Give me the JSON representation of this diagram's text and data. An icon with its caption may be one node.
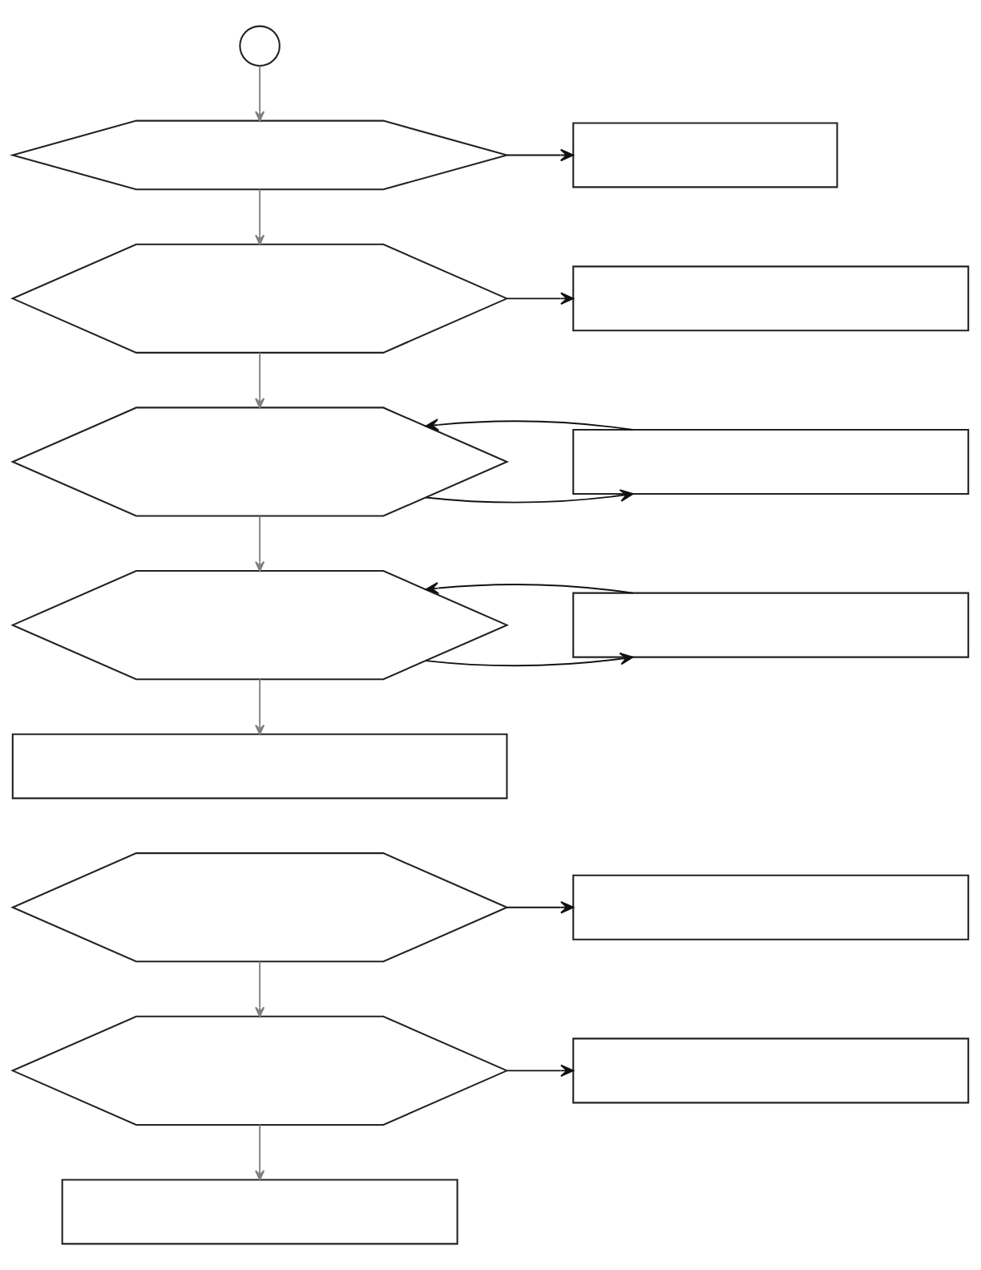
{
  "diagram": {
    "nodes": [
      {
        "text": [],
        "shape": "circle"
      },
      {
        "text": [],
        "shape": "hexagon"
      },
      {
        "text": [],
        "shape": "box"
      },
      {
        "text": [],
        "shape": "hexagon"
      },
      {
        "text": [],
        "shape": "box"
      },
      {
        "text": [],
        "shape": "hexagon"
      },
      {
        "text": [],
        "shape": "box"
      },
      {
        "text": [],
        "shape": "hexagon"
      },
      {
        "text": [],
        "shape": "box"
      },
      {
        "text": [],
        "shape": "box"
      },
      {
        "text": [],
        "shape": "hexagon"
      },
      {
        "text": [],
        "shape": "box"
      },
      {
        "text": [],
        "shape": "hexagon"
      },
      {
        "text": [],
        "shape": "box"
      },
      {
        "text": [],
        "shape": "box"
      }
    ],
    "edges": [
      {
        "from": 0,
        "to": 1,
        "arrow": "to",
        "color": "#808080"
      },
      {
        "from": 1,
        "to": 2,
        "arrow": "to"
      },
      {
        "from": 1,
        "to": 3,
        "arrow": "to",
        "color": "#808080"
      },
      {
        "from": 3,
        "to": 4,
        "arrow": "to"
      },
      {
        "from": 3,
        "to": 5,
        "arrow": "to",
        "color": "#808080"
      },
      {
        "from": 5,
        "to": 6,
        "arrow": "to"
      },
      {
        "from": 6,
        "to": 5,
        "arrow": "to"
      },
      {
        "from": 5,
        "to": 7,
        "arrow": "to",
        "color": "#808080"
      },
      {
        "from": 7,
        "to": 8,
        "arrow": "to"
      },
      {
        "from": 8,
        "to": 7,
        "arrow": "to"
      },
      {
        "from": 7,
        "to": 9,
        "arrow": "to",
        "color": "#808080"
      },
      {
        "from": 10,
        "to": 11,
        "arrow": "to"
      },
      {
        "from": 10,
        "to": 12,
        "arrow": "to",
        "color": "#808080"
      },
      {
        "from": 12,
        "to": 13,
        "arrow": "to"
      },
      {
        "from": 12,
        "to": 14,
        "arrow": "to",
        "color": "#808080"
      }
    ]
  }
}
